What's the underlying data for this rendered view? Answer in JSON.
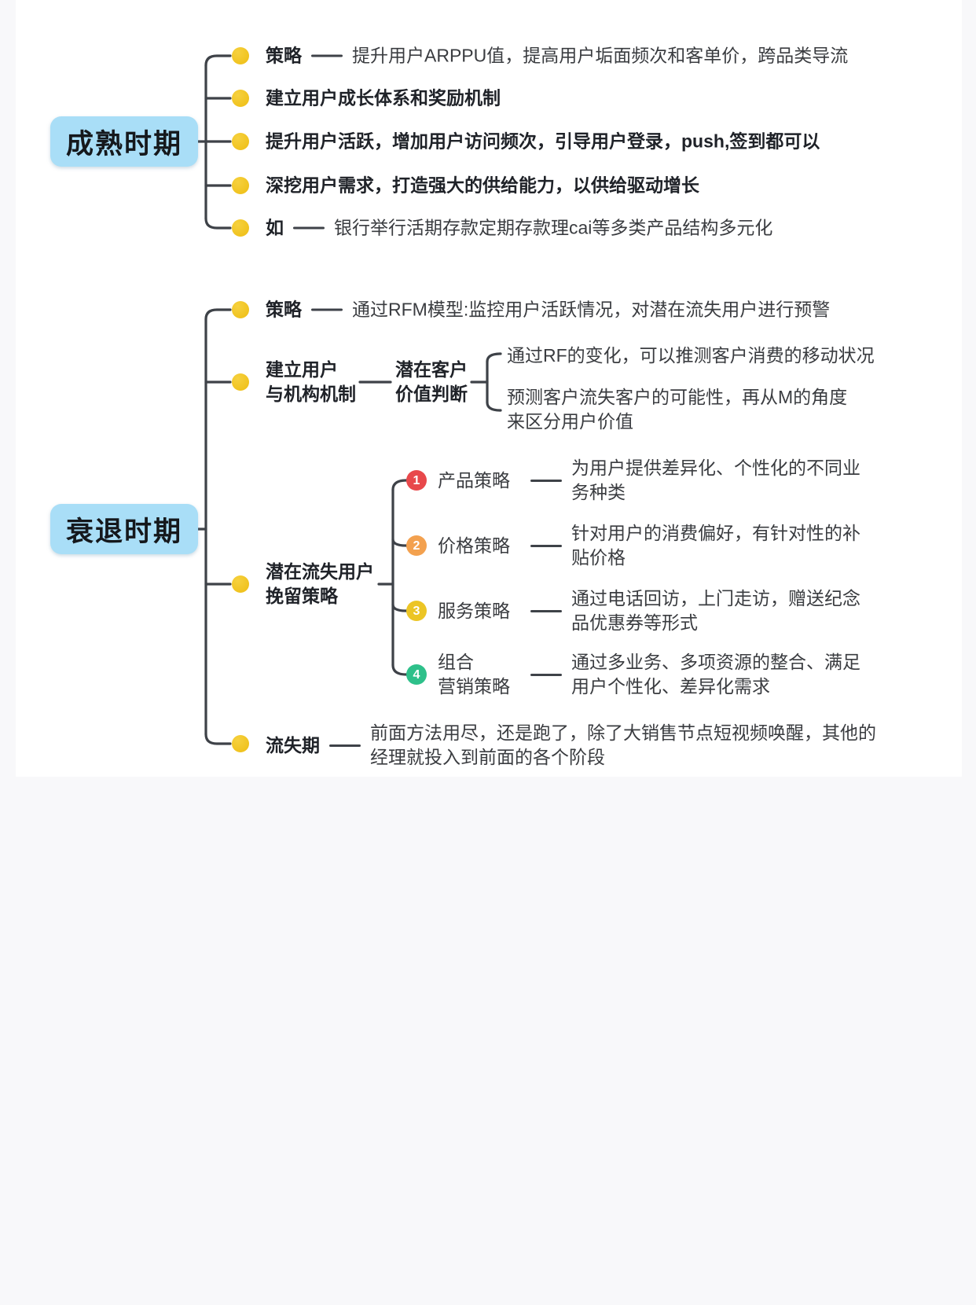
{
  "palette": {
    "page_bg": "#f8f8fa",
    "canvas_bg": "#ffffff",
    "topic_bg": "#a9def7",
    "connector": "#3e4248",
    "bullet_dot": "#f1c41f",
    "text_dark": "#1f2228",
    "text_body": "#3a3c40",
    "badge_colors": [
      "#e8484b",
      "#f3a14f",
      "#ecc525",
      "#2ec08a"
    ]
  },
  "maturity": {
    "title": "成熟时期",
    "rows": [
      {
        "label": "策略",
        "desc": "提升用户ARPPU值，提高用户垢面频次和客单价，跨品类导流"
      },
      {
        "label": "建立用户成长体系和奖励机制"
      },
      {
        "label": "提升用户活跃，增加用户访问频次，引导用户登录，push,签到都可以"
      },
      {
        "label": "深挖用户需求，打造强大的供给能力，以供给驱动增长"
      },
      {
        "label": "如",
        "desc": "银行举行活期存款定期存款理cai等多类产品结构多元化"
      }
    ]
  },
  "decline": {
    "title": "衰退时期",
    "strategy": {
      "label": "策略",
      "desc": "通过RFM模型:监控用户活跃情况，对潜在流失用户进行预警"
    },
    "mechanism": {
      "label_lines": [
        "建立用户",
        "与机构机制"
      ],
      "sub_label_lines": [
        "潜在客户",
        "价值判断"
      ],
      "insight_a": "通过RF的变化，可以推测客户消费的移动状况",
      "insight_b_lines": [
        "预测客户流失客户的可能性，再从M的角度",
        "来区分用户价值"
      ]
    },
    "retention": {
      "label_lines": [
        "潜在流失用户",
        "挽留策略"
      ],
      "strategies": [
        {
          "num": "1",
          "color": "#e8484b",
          "label_lines": [
            "产品策略"
          ],
          "desc_lines": [
            "为用户提供差异化、个性化的不同业",
            "务种类"
          ]
        },
        {
          "num": "2",
          "color": "#f3a14f",
          "label_lines": [
            "价格策略"
          ],
          "desc_lines": [
            "针对用户的消费偏好，有针对性的补",
            "贴价格"
          ]
        },
        {
          "num": "3",
          "color": "#ecc525",
          "label_lines": [
            "服务策略"
          ],
          "desc_lines": [
            "通过电话回访，上门走访，赠送纪念",
            "品优惠券等形式"
          ]
        },
        {
          "num": "4",
          "color": "#2ec08a",
          "label_lines": [
            "组合",
            "营销策略"
          ],
          "desc_lines": [
            "通过多业务、多项资源的整合、满足",
            "用户个性化、差异化需求"
          ]
        }
      ]
    },
    "churn": {
      "label": "流失期",
      "desc_lines": [
        "前面方法用尽，还是跑了，除了大销售节点短视频唤醒，其他的",
        "经理就投入到前面的各个阶段"
      ]
    }
  }
}
